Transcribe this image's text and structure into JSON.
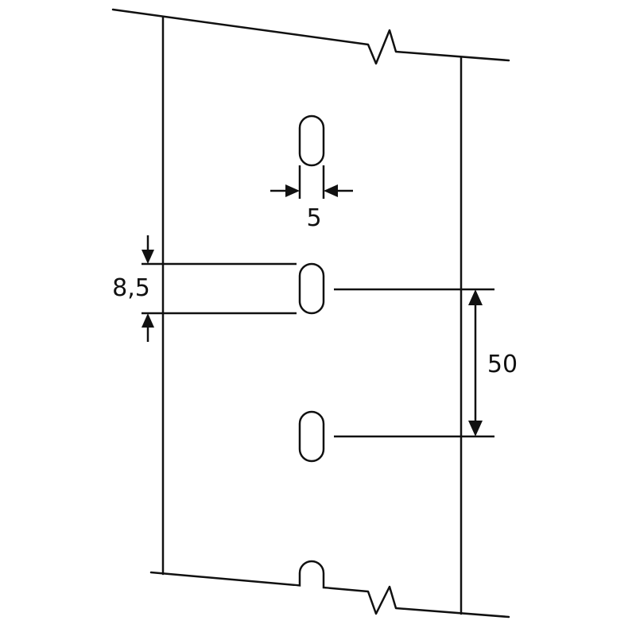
{
  "dimensions": {
    "slot_width": "5",
    "slot_height": "8,5",
    "slot_pitch": "50"
  },
  "colors": {
    "ink": "#111111",
    "background": "#ffffff"
  }
}
